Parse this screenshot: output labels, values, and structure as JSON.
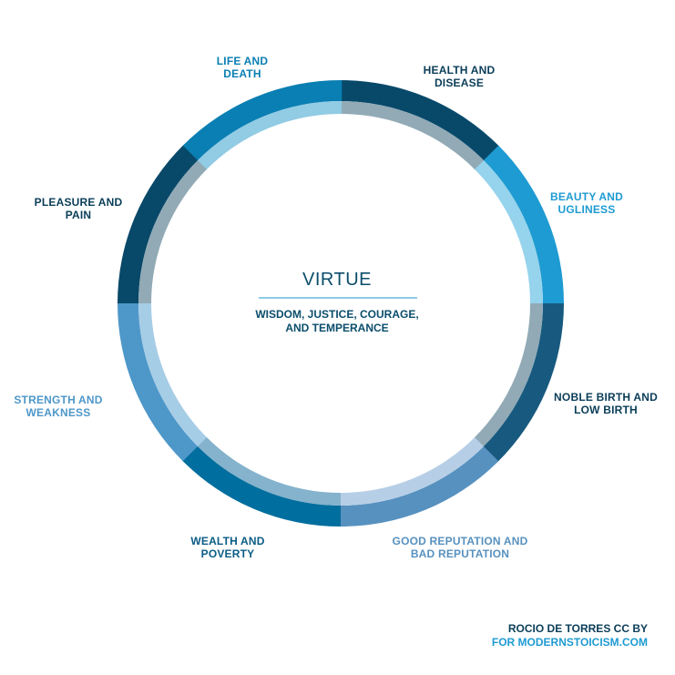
{
  "center": {
    "title": "VIRTUE",
    "subtitle_line1": "WISDOM, JUSTICE, COURAGE,",
    "subtitle_line2": "AND TEMPERANCE"
  },
  "segments": [
    {
      "line1": "HEALTH AND",
      "line2": "DISEASE",
      "outer": "#08496a",
      "inner": "#91aab6",
      "label_color": "#0a3d58"
    },
    {
      "line1": "BEAUTY AND",
      "line2": "UGLINESS",
      "outer": "#1e9bd2",
      "inner": "#96d3ec",
      "label_color": "#1e9bd2"
    },
    {
      "line1": "NOBLE BIRTH AND",
      "line2": "LOW BIRTH",
      "outer": "#185a7f",
      "inner": "#91aab6",
      "label_color": "#0a3d58"
    },
    {
      "line1": "GOOD REPUTATION AND",
      "line2": "BAD REPUTATION",
      "outer": "#5791bf",
      "inner": "#b7cfe6",
      "label_color": "#5791bf"
    },
    {
      "line1": "WEALTH AND",
      "line2": "POVERTY",
      "outer": "#006e9e",
      "inner": "#85b2cc",
      "label_color": "#0a5c86"
    },
    {
      "line1": "STRENGTH AND",
      "line2": "WEAKNESS",
      "outer": "#4e97c9",
      "inner": "#a6cde6",
      "label_color": "#4e97c9"
    },
    {
      "line1": "PLEASURE AND",
      "line2": "PAIN",
      "outer": "#084868",
      "inner": "#91aab6",
      "label_color": "#0a3d58"
    },
    {
      "line1": "LIFE AND",
      "line2": "DEATH",
      "outer": "#0a7fb3",
      "inner": "#91cbe4",
      "label_color": "#0a7fb3"
    }
  ],
  "credit": {
    "line1": "ROCIO DE TORRES CC BY",
    "line2": "FOR MODERNSTOICISM.COM",
    "line1_color": "#0a3d58",
    "line2_color": "#1e9bd2"
  }
}
